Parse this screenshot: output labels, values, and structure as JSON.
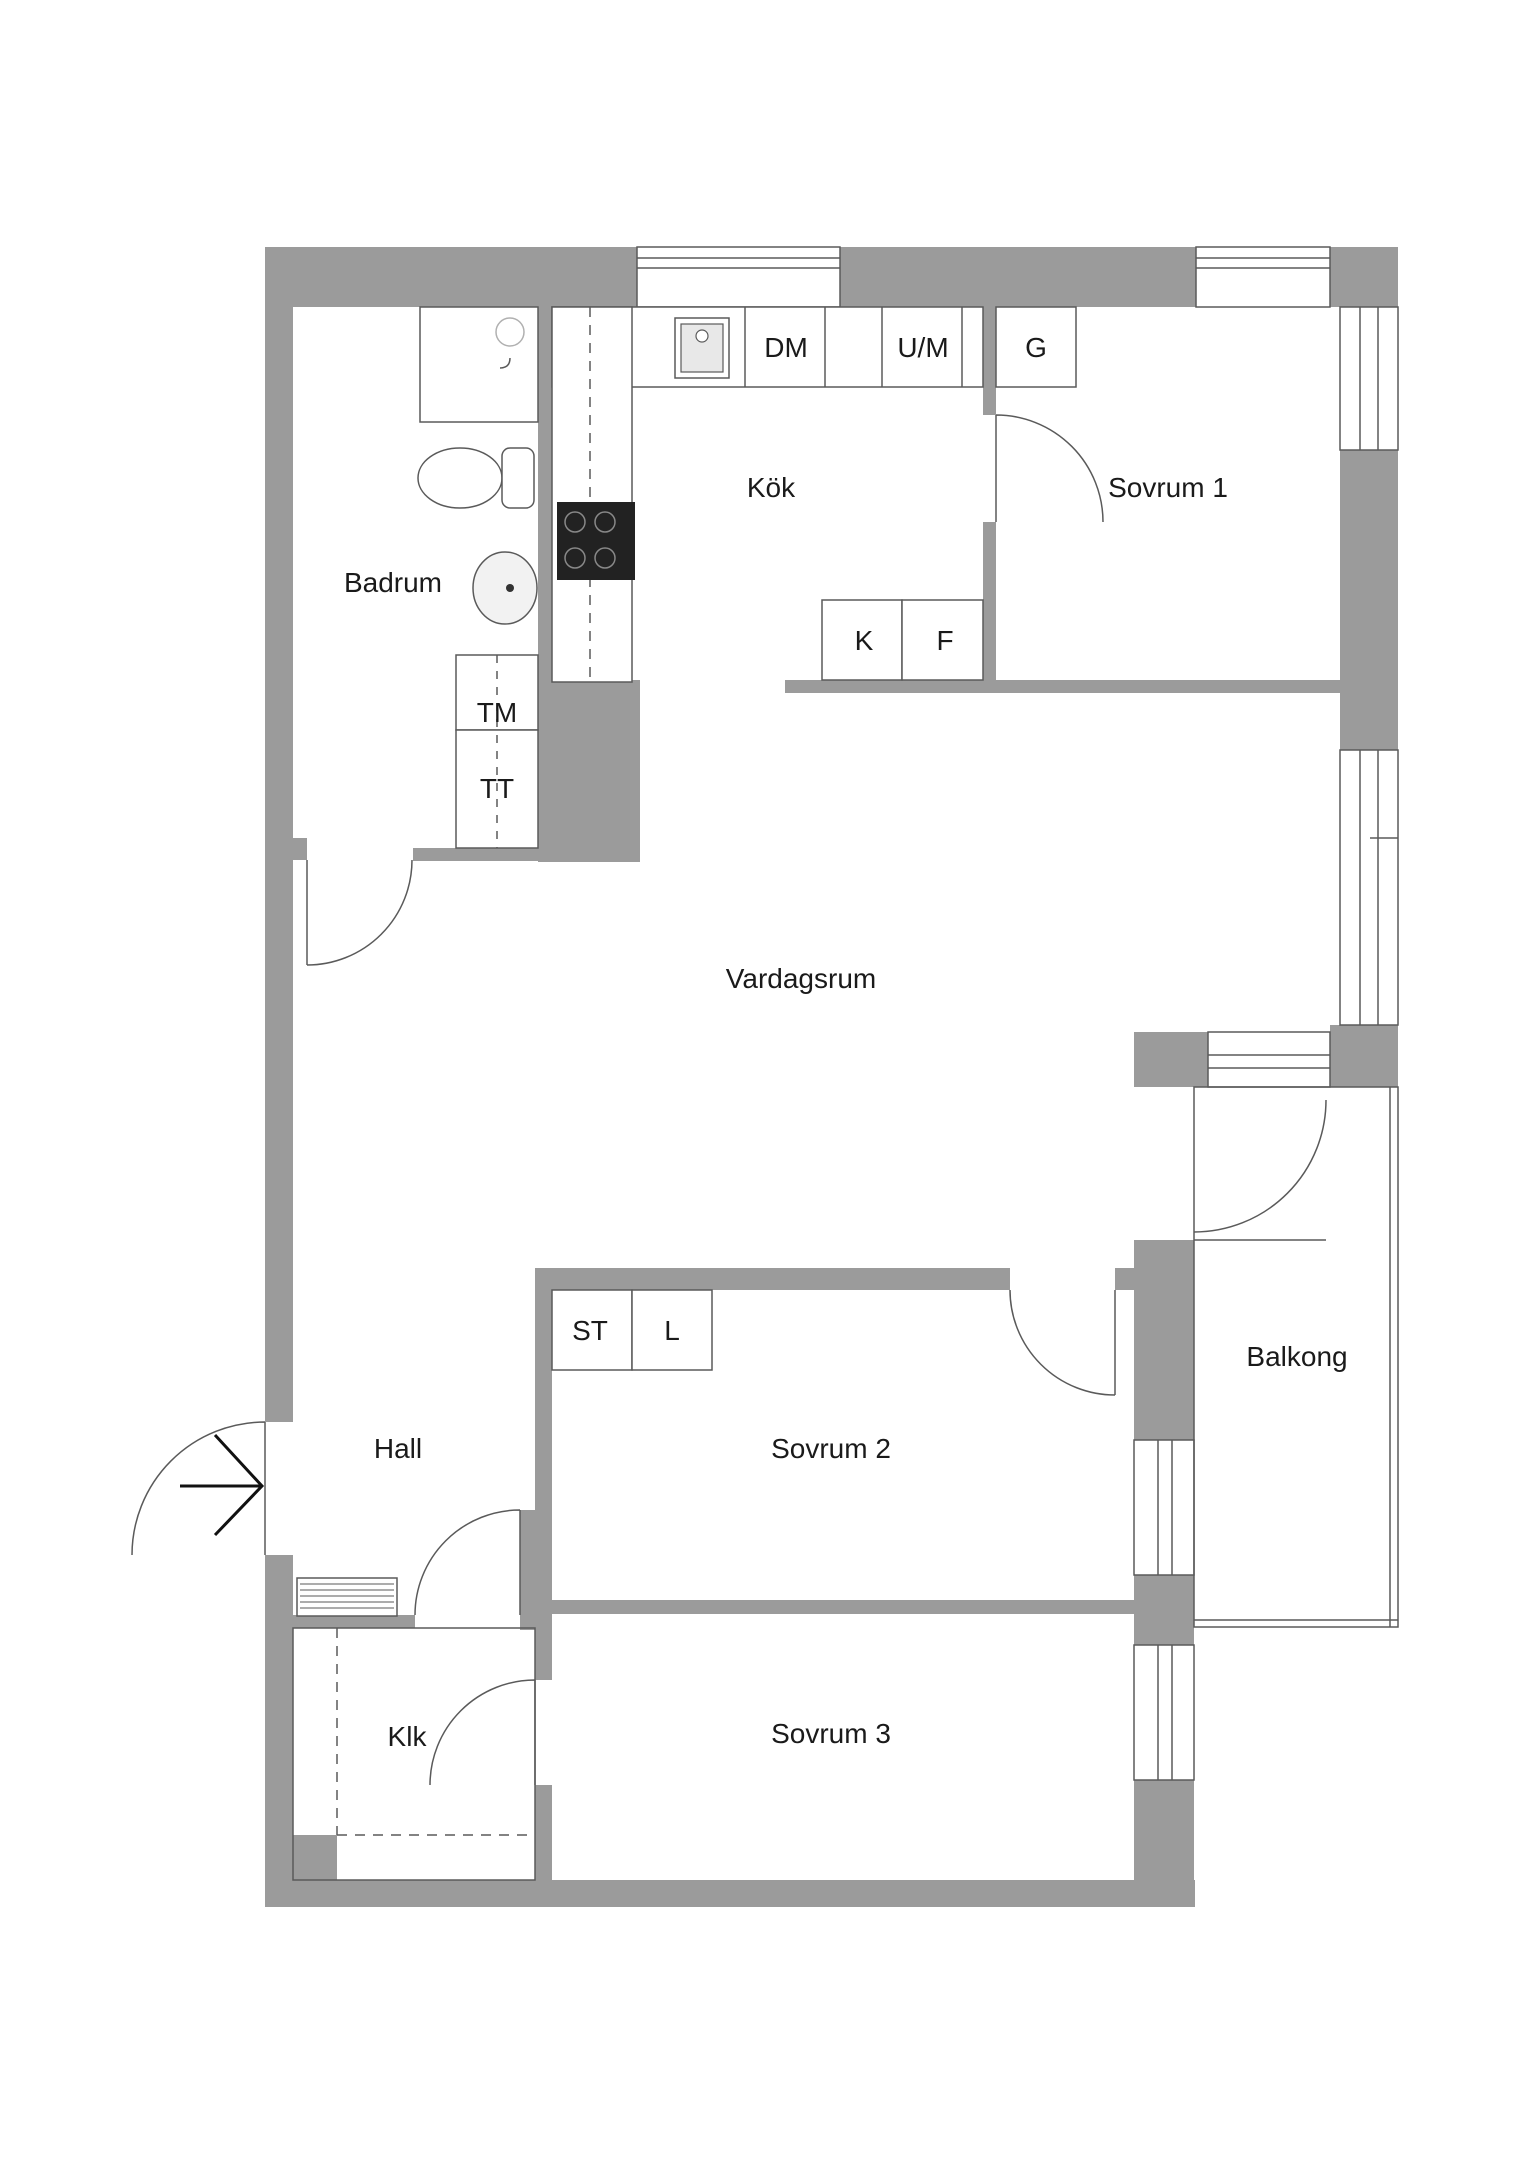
{
  "colors": {
    "wall": "#9b9b9b",
    "line": "#5a5a5a",
    "background": "#ffffff",
    "text": "#1a1a1a"
  },
  "rooms": {
    "kok": "Kök",
    "sovrum1": "Sovrum 1",
    "badrum": "Badrum",
    "vardagsrum": "Vardagsrum",
    "balkong": "Balkong",
    "hall": "Hall",
    "sovrum2": "Sovrum 2",
    "sovrum3": "Sovrum 3",
    "klk": "Klk"
  },
  "fixtures": {
    "dm": "DM",
    "um": "U/M",
    "g": "G",
    "k": "K",
    "f": "F",
    "tm": "TM",
    "tt": "TT",
    "st": "ST",
    "l": "L"
  },
  "icons": {
    "sink": "kitchen-sink-icon",
    "stove": "stove-icon",
    "toilet": "toilet-icon",
    "basin": "wash-basin-icon",
    "shower": "shower-icon",
    "entrance": "entrance-arrow-icon",
    "radiator": "shoe-rack-icon"
  }
}
